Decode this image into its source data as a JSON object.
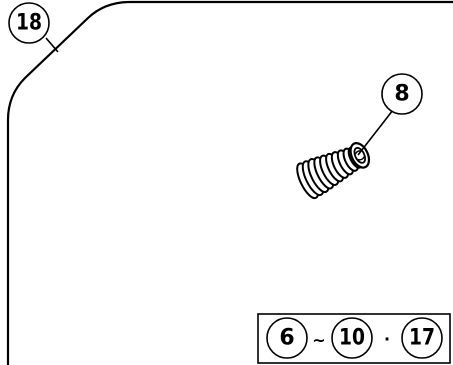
{
  "callouts": {
    "panel": "18",
    "part": "8"
  },
  "reference_box": {
    "first": "6",
    "range_separator": "~",
    "second": "10",
    "list_separator": "·",
    "third": "17"
  }
}
